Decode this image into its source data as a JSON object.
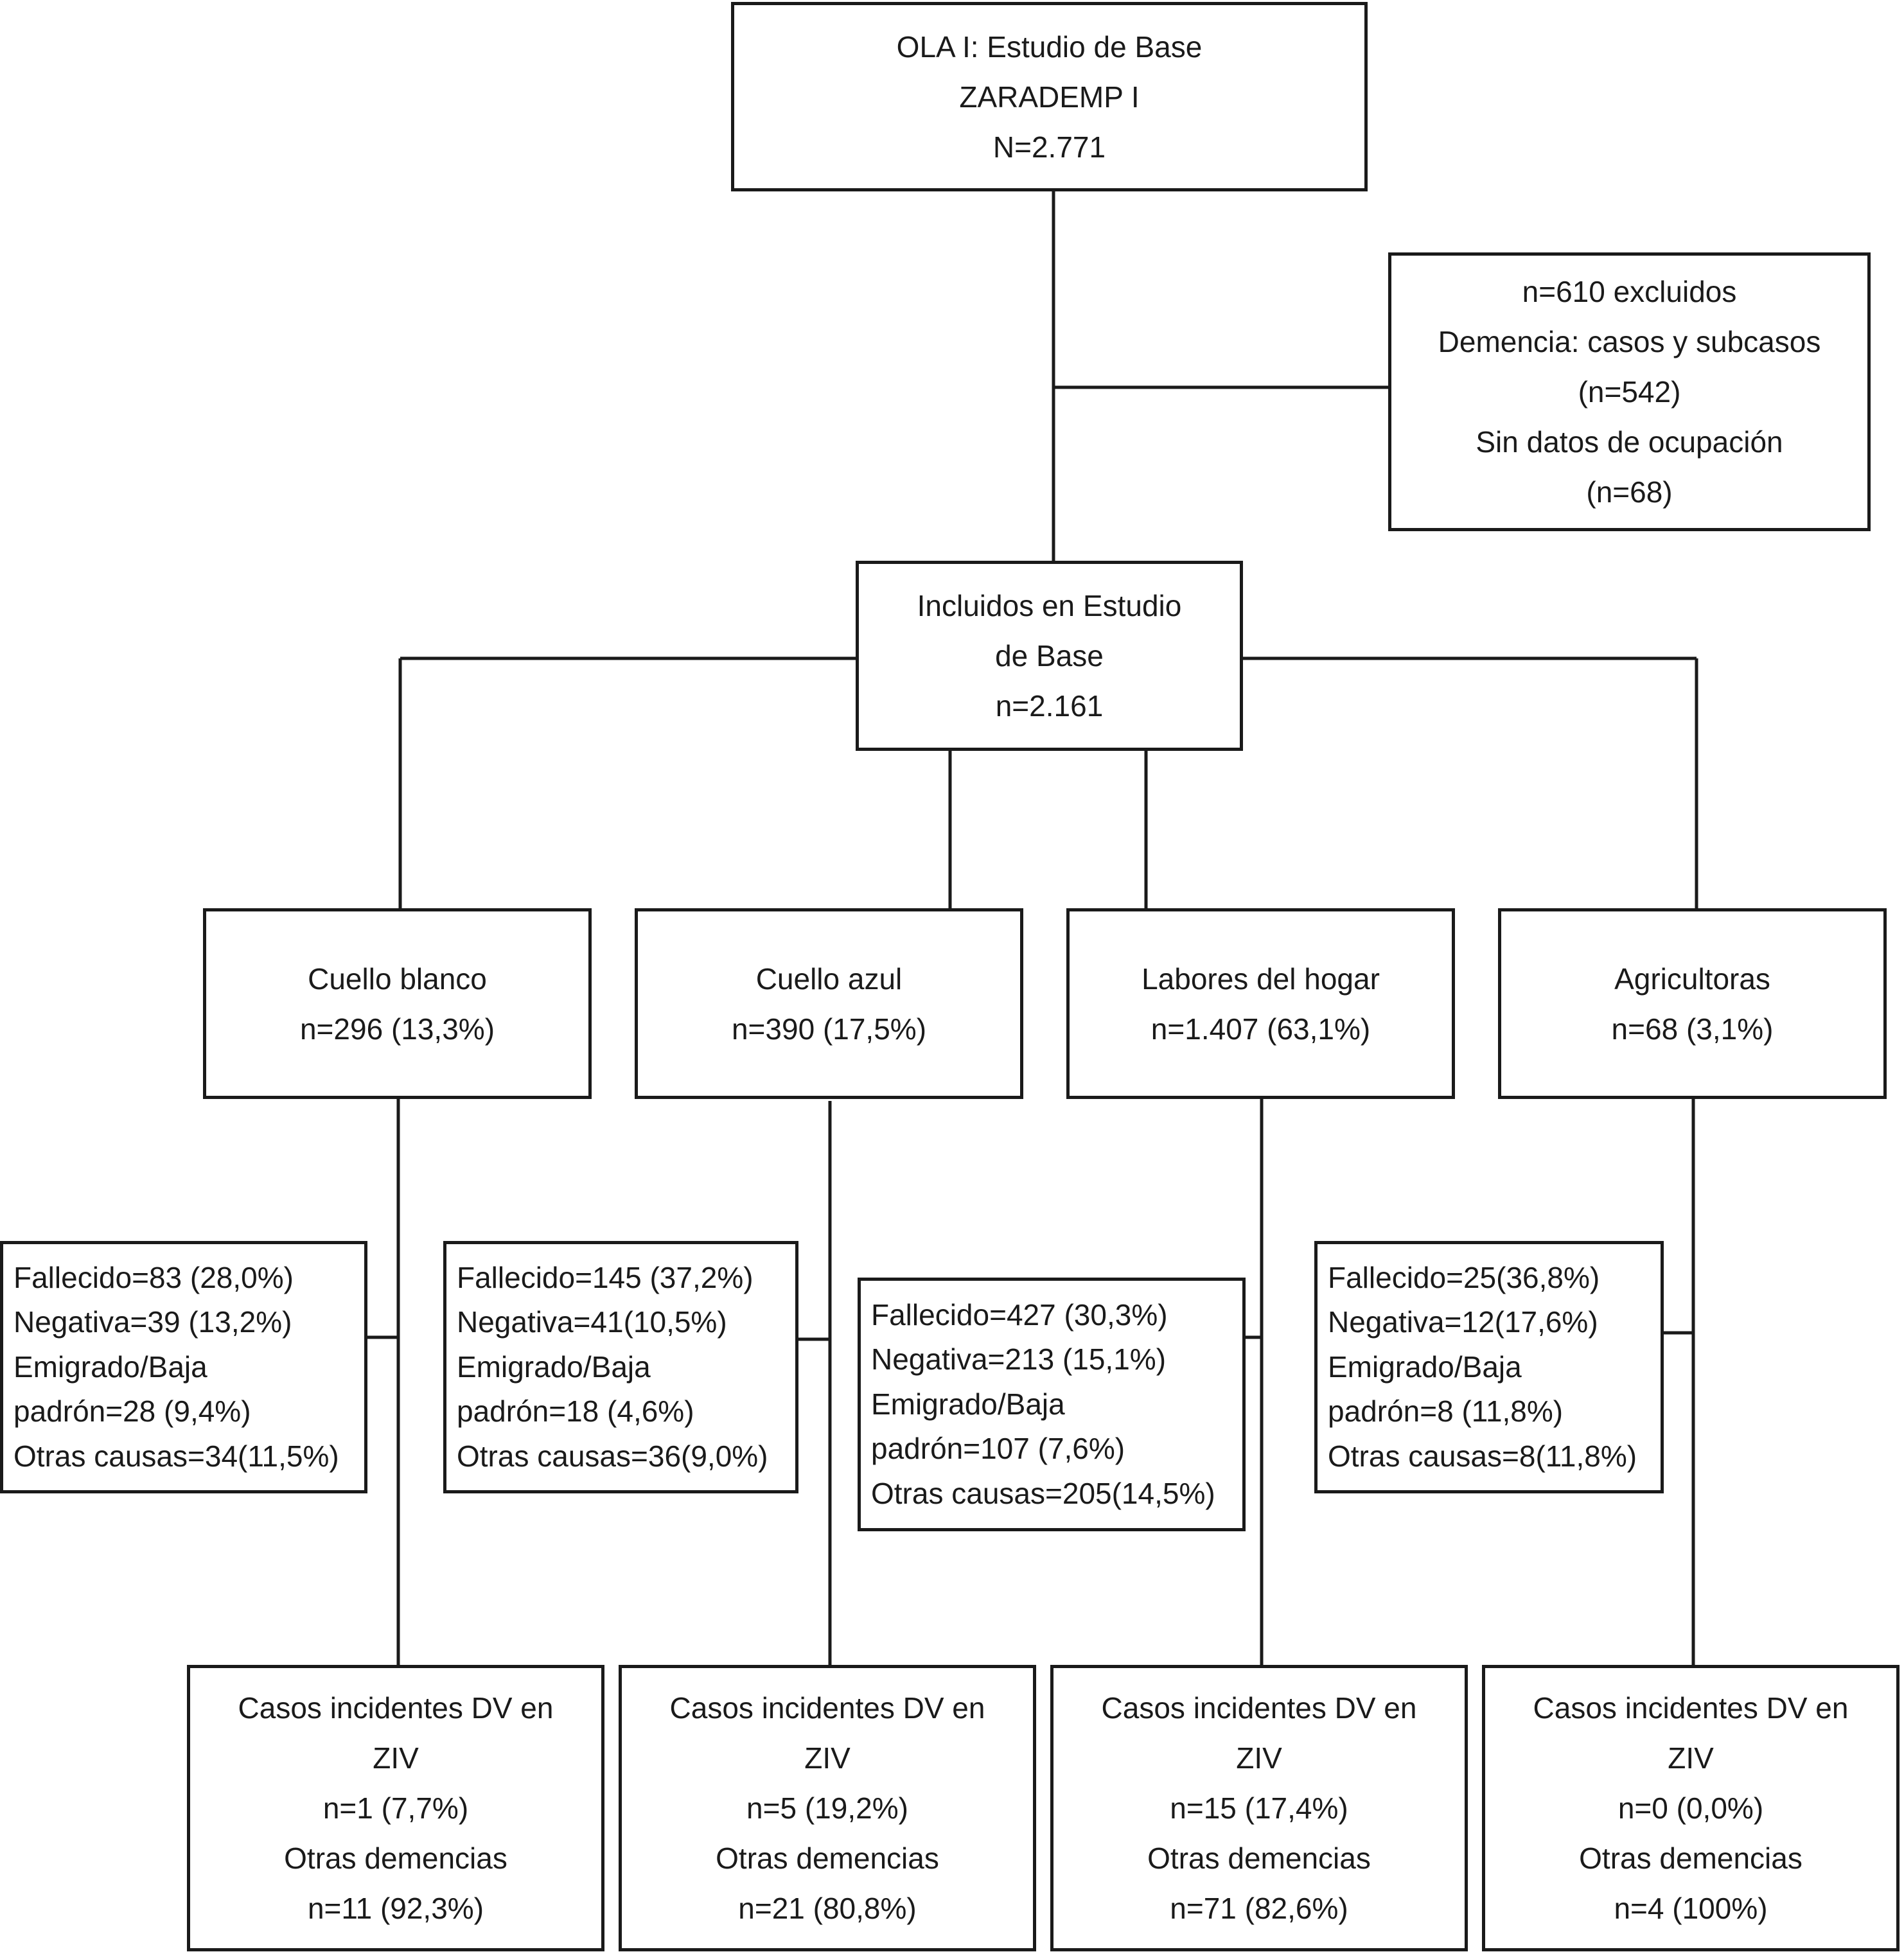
{
  "top": [
    "OLA I: Estudio de Base",
    "ZARADEMP I",
    "N=2.771"
  ],
  "excluded": [
    "n=610 excluidos",
    "Demencia: casos y subcasos",
    "(n=542)",
    "Sin datos de ocupación",
    "(n=68)"
  ],
  "included": [
    "Incluidos en Estudio",
    "de Base",
    "n=2.161"
  ],
  "groups": [
    {
      "header": [
        "Cuello blanco",
        "n=296 (13,3%)"
      ],
      "losses": [
        "Fallecido=83 (28,0%)",
        "Negativa=39   (13,2%)",
        "Emigrado/Baja",
        "padrón=28 (9,4%)",
        "Otras causas=34(11,5%)"
      ],
      "outcome": [
        "Casos incidentes DV en",
        "ZIV",
        "n=1 (7,7%)",
        "Otras demencias",
        "n=11 (92,3%)"
      ]
    },
    {
      "header": [
        "Cuello azul",
        "n=390 (17,5%)"
      ],
      "losses": [
        "Fallecido=145 (37,2%)",
        "Negativa=41(10,5%)",
        "Emigrado/Baja",
        "padrón=18 (4,6%)",
        "Otras causas=36(9,0%)"
      ],
      "outcome": [
        "Casos incidentes DV en",
        "ZIV",
        "n=5 (19,2%)",
        "Otras demencias",
        "n=21 (80,8%)"
      ]
    },
    {
      "header": [
        "Labores del hogar",
        "n=1.407 (63,1%)"
      ],
      "losses": [
        "Fallecido=427 (30,3%)",
        "Negativa=213 (15,1%)",
        "Emigrado/Baja",
        "padrón=107 (7,6%)",
        "Otras causas=205(14,5%)"
      ],
      "outcome": [
        "Casos incidentes DV en",
        "ZIV",
        "n=15 (17,4%)",
        "Otras demencias",
        "n=71 (82,6%)"
      ]
    },
    {
      "header": [
        "Agricultoras",
        "n=68 (3,1%)"
      ],
      "losses": [
        "Fallecido=25(36,8%)",
        "Negativa=12(17,6%)",
        "Emigrado/Baja",
        "padrón=8 (11,8%)",
        "Otras causas=8(11,8%)"
      ],
      "outcome": [
        "Casos incidentes DV en",
        "ZIV",
        "n=0 (0,0%)",
        "Otras demencias",
        "n=4 (100%)"
      ]
    }
  ]
}
